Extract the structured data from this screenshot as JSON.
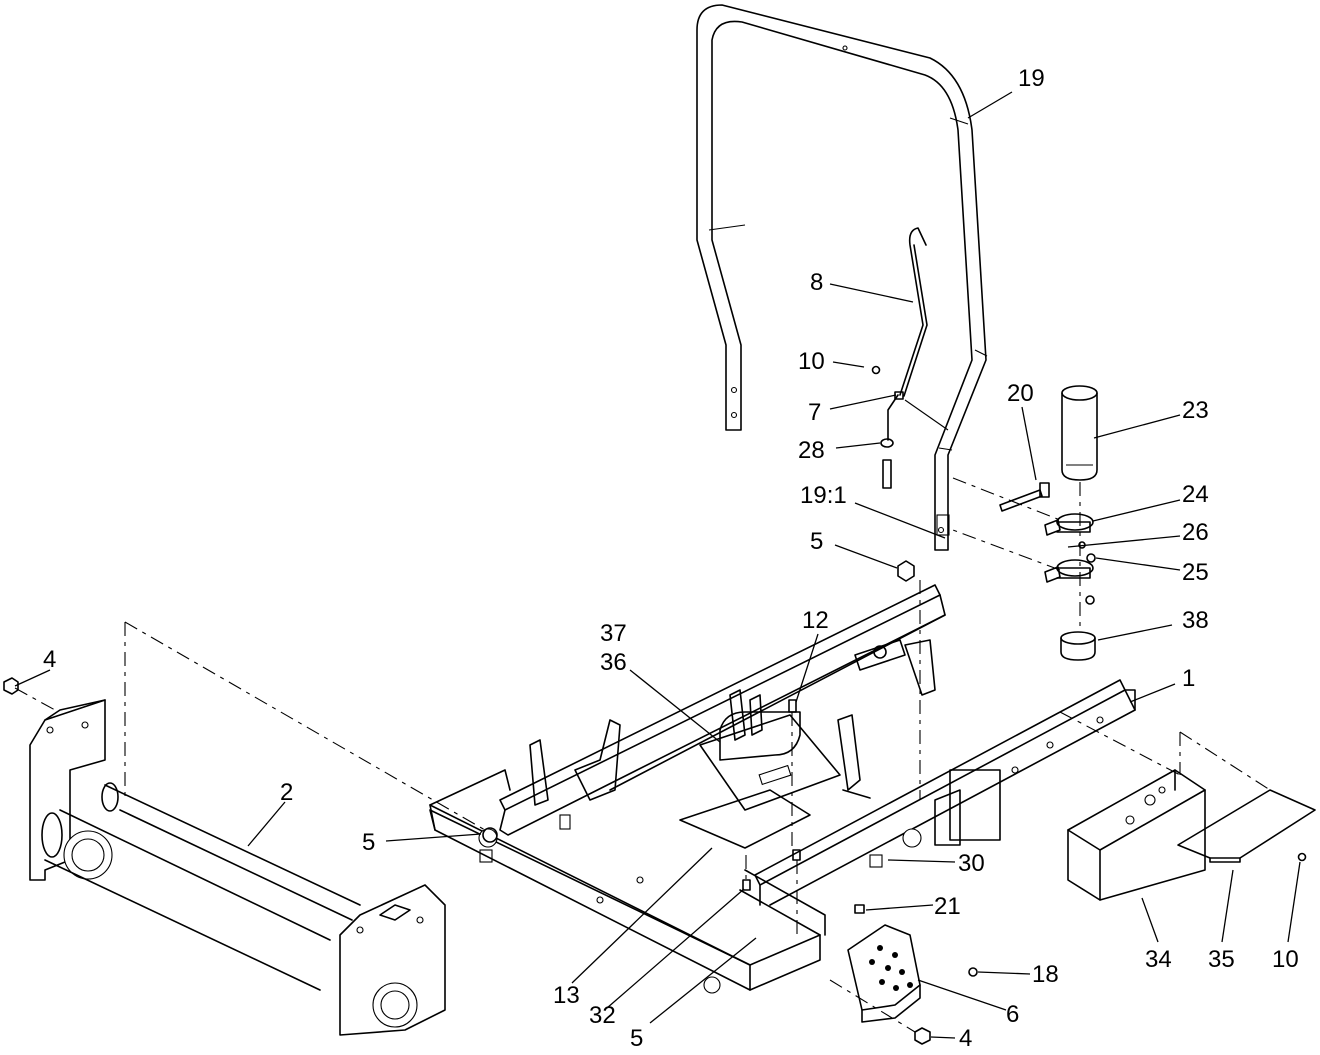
{
  "callouts": [
    {
      "label": "19"
    },
    {
      "label": "8"
    },
    {
      "label": "10"
    },
    {
      "label": "7"
    },
    {
      "label": "28"
    },
    {
      "label": "20"
    },
    {
      "label": "23"
    },
    {
      "label": "24"
    },
    {
      "label": "26"
    },
    {
      "label": "25"
    },
    {
      "label": "19:1"
    },
    {
      "label": "5"
    },
    {
      "label": "38"
    },
    {
      "label": "12"
    },
    {
      "label": "37"
    },
    {
      "label": "36"
    },
    {
      "label": "4"
    },
    {
      "label": "1"
    },
    {
      "label": "2"
    },
    {
      "label": "5"
    },
    {
      "label": "30"
    },
    {
      "label": "21"
    },
    {
      "label": "18"
    },
    {
      "label": "13"
    },
    {
      "label": "32"
    },
    {
      "label": "5"
    },
    {
      "label": "6"
    },
    {
      "label": "4"
    },
    {
      "label": "34"
    },
    {
      "label": "35"
    },
    {
      "label": "10"
    }
  ]
}
